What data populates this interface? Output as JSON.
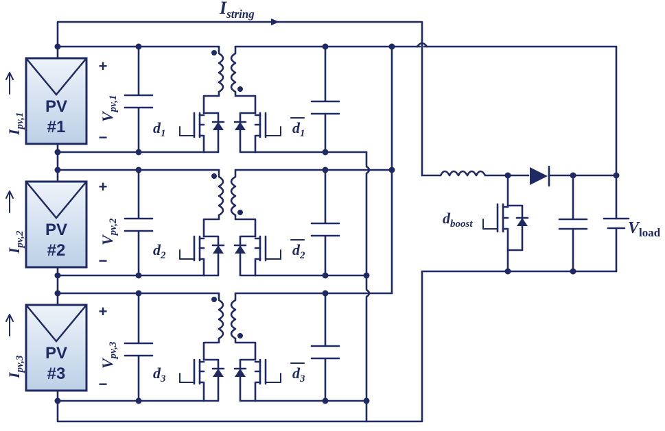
{
  "top_current": {
    "symbol": "I",
    "subscript": "string"
  },
  "colors": {
    "ink": "#1f2a63",
    "panel_top": "#eef3fa",
    "panel_bottom": "#bcd0e6"
  },
  "modules": [
    {
      "panel_line1": "PV",
      "panel_line2": "#1",
      "current_symbol": "I",
      "current_sub": "pv,1",
      "voltage_symbol": "V",
      "voltage_sub": "pv,1",
      "plus": "+",
      "minus": "−",
      "gate_primary_symbol": "d",
      "gate_primary_sub": "1",
      "gate_secondary_symbol": "d",
      "gate_secondary_sub": "1"
    },
    {
      "panel_line1": "PV",
      "panel_line2": "#2",
      "current_symbol": "I",
      "current_sub": "pv,2",
      "voltage_symbol": "V",
      "voltage_sub": "pv,2",
      "plus": "+",
      "minus": "−",
      "gate_primary_symbol": "d",
      "gate_primary_sub": "2",
      "gate_secondary_symbol": "d",
      "gate_secondary_sub": "2"
    },
    {
      "panel_line1": "PV",
      "panel_line2": "#3",
      "current_symbol": "I",
      "current_sub": "pv,3",
      "voltage_symbol": "V",
      "voltage_sub": "pv,3",
      "plus": "+",
      "minus": "−",
      "gate_primary_symbol": "d",
      "gate_primary_sub": "3",
      "gate_secondary_symbol": "d",
      "gate_secondary_sub": "3"
    }
  ],
  "boost": {
    "gate_symbol": "d",
    "gate_sub": "boost"
  },
  "load": {
    "symbol": "V",
    "sub": "load"
  }
}
